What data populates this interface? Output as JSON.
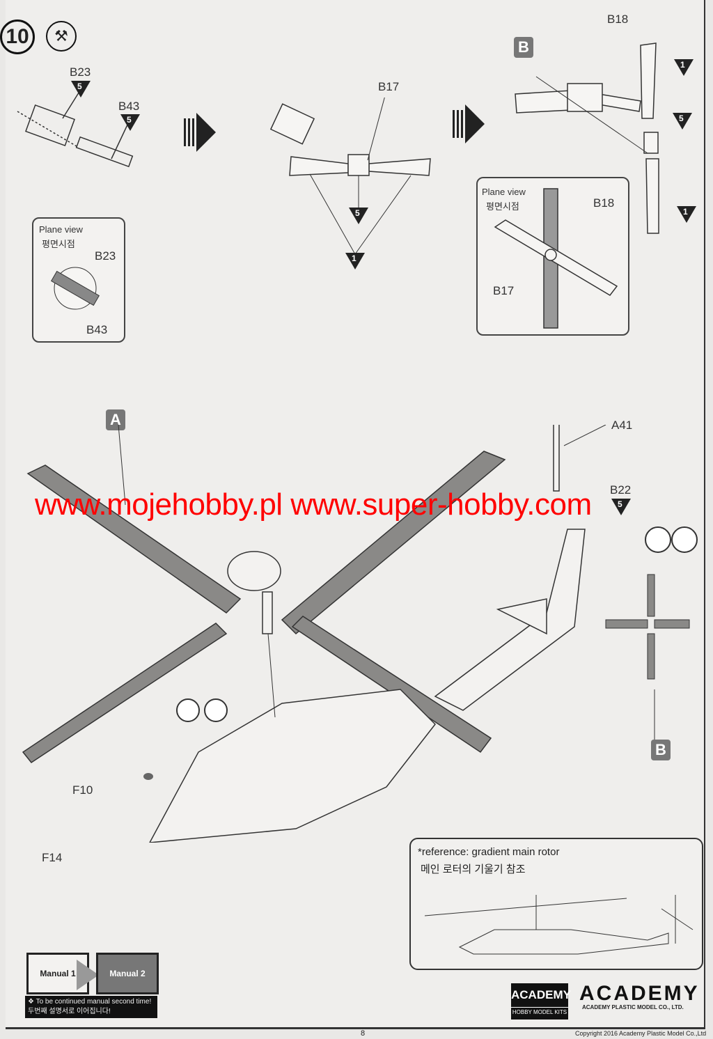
{
  "step": {
    "number": "10",
    "tool_icon": "hammer-glue-icon"
  },
  "sub1": {
    "part_b23": "B23",
    "glue_b23": "5",
    "part_b43": "B43",
    "glue_b43": "5"
  },
  "sub2": {
    "part_b17": "B17",
    "glue_center": "5",
    "glue_blades": "1"
  },
  "sub3": {
    "badge": "B",
    "part_b18": "B18",
    "glue_top": "1",
    "glue_mid": "5",
    "glue_bottom": "1"
  },
  "plane_view_1": {
    "title": "Plane view",
    "title_ko": "평면시점",
    "part_a": "B23",
    "part_b": "B43"
  },
  "plane_view_2": {
    "title": "Plane view",
    "title_ko": "평면시점",
    "part_a": "B18",
    "part_b": "B17"
  },
  "main": {
    "badge_a": "A",
    "part_a41": "A41",
    "part_b22": "B22",
    "glue_b22": "5",
    "badge_b": "B",
    "part_f10": "F10",
    "part_f14": "F14"
  },
  "watermark": "www.mojehobby.pl www.super-hobby.com",
  "reference": {
    "title": "*reference: gradient main rotor",
    "title_ko": "메인 로터의 기울기 참조"
  },
  "manual": {
    "book1": "Manual 1",
    "book2": "Manual 2",
    "note_en": "❖ To be continued manual second time!",
    "note_ko": "두번째 설명서로 이어집니다!"
  },
  "logo": {
    "box_top": "ACADEMY",
    "box_bottom": "HOBBY MODEL KITS",
    "brand": "ACADEMY",
    "company": "ACADEMY PLASTIC MODEL CO., LTD."
  },
  "footer": {
    "page": "8",
    "copyright": "Copyright 2016 Academy Plastic Model Co.,Ltd"
  }
}
